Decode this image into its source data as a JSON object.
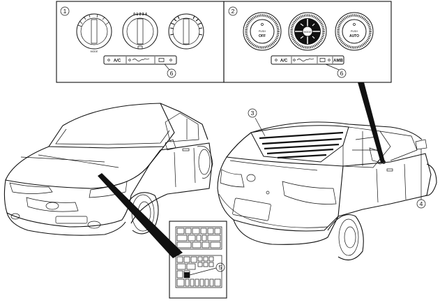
{
  "callouts": {
    "c1": "1",
    "c2": "2",
    "c3": "3",
    "c4": "4",
    "c5": "5",
    "c6a": "6",
    "c6b": "6"
  },
  "panel1": {
    "knob_left_label": "MODE",
    "knob_center_scale": "0 1 2 3 4",
    "ac_button": "A/C"
  },
  "panel2": {
    "left_knob_push": "PUSH",
    "left_knob_label": "OFF",
    "center_knob_label": "MODE",
    "right_knob_push": "PUSH",
    "right_knob_label": "AUTO",
    "ac_button": "A/C",
    "amb_button": "AMB"
  }
}
